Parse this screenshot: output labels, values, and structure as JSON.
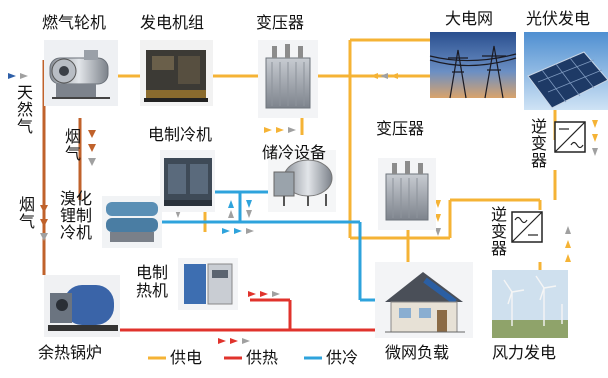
{
  "nodes": {
    "gas_turbine": "燃气轮机",
    "generator": "发电机组",
    "transformer_top": "变压器",
    "grid": "大电网",
    "pv": "光伏发电",
    "natural_gas": "天然气",
    "flue_gas_1": "烟气",
    "flue_gas_2": "烟气",
    "electric_chiller": "电制冷机",
    "cold_storage": "储冷设备",
    "transformer_mid": "变压器",
    "inverter_pv": "逆变器",
    "inverter_wind": "逆变器",
    "libr_chiller": "溴化锂制冷机",
    "electric_heater": "电制热机",
    "waste_heat_boiler": "余热锅炉",
    "microgrid_load": "微网负载",
    "wind": "风力发电"
  },
  "legend": [
    {
      "label": "供电",
      "color": "#f5b335"
    },
    {
      "label": "供热",
      "color": "#e0332c"
    },
    {
      "label": "供冷",
      "color": "#2ea3dc"
    }
  ],
  "colors": {
    "power": "#f5b335",
    "heat": "#e0332c",
    "cold": "#2ea3dc",
    "flue": "#c0622b",
    "gas": "#2e5fa8",
    "neutral": "#a0a0a0"
  },
  "icons": {
    "gas_turbine": "gas-turbine-icon",
    "generator": "generator-icon",
    "transformer": "transformer-icon",
    "grid": "power-tower-icon",
    "pv": "solar-panel-icon",
    "chiller": "chiller-icon",
    "storage": "storage-tank-icon",
    "inverter": "inverter-icon",
    "boiler": "boiler-icon",
    "heater": "heater-icon",
    "house": "house-icon",
    "wind": "wind-turbine-icon"
  }
}
